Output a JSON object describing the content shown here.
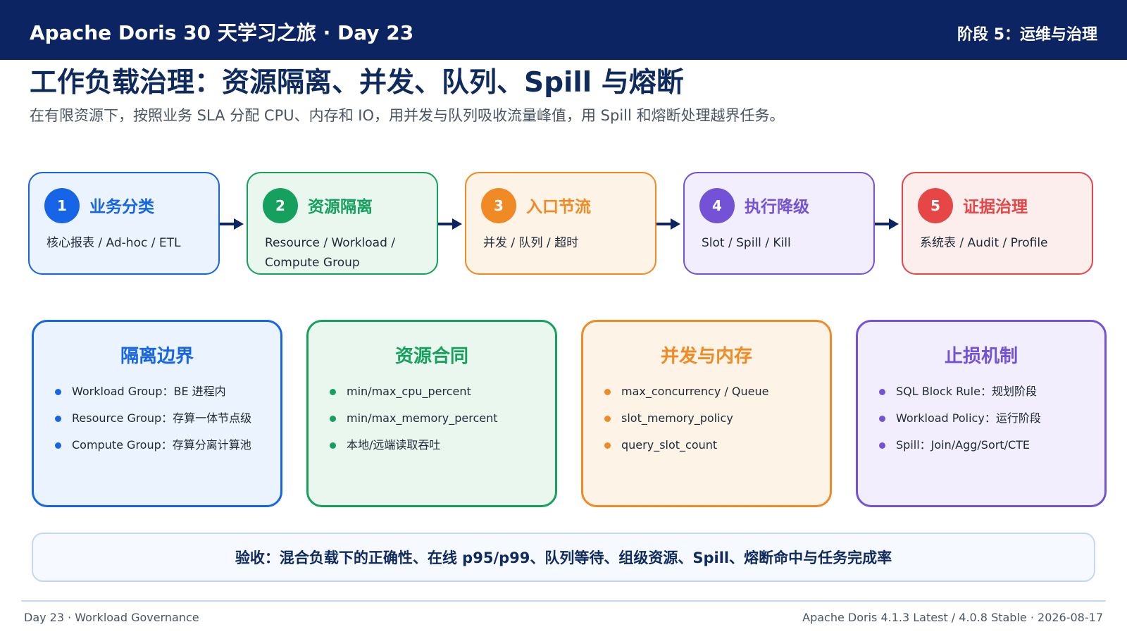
{
  "header": {
    "brand": "Apache Doris 30 天学习之旅 · Day 23",
    "stage": "阶段 5：运维与治理"
  },
  "title": "工作负载治理：资源隔离、并发、队列、Spill 与熔断",
  "subtitle": "在有限资源下，按照业务 SLA 分配 CPU、内存和 IO，用并发与队列吸收流量峰值，用 Spill 和熔断处理越界任务。",
  "steps": [
    {
      "num": "1",
      "title": "业务分类",
      "desc": "核心报表 / Ad-hoc / ETL",
      "color": "#1565e6",
      "bg": "#eaf3fe"
    },
    {
      "num": "2",
      "title": "资源隔离",
      "desc": "Resource / Workload / Compute Group",
      "color": "#16a05d",
      "bg": "#e9f7ef"
    },
    {
      "num": "3",
      "title": "入口节流",
      "desc": "并发 / 队列 / 超时",
      "color": "#f08a24",
      "bg": "#fef3e7"
    },
    {
      "num": "4",
      "title": "执行降级",
      "desc": "Slot / Spill / Kill",
      "color": "#7452d6",
      "bg": "#f2eefd"
    },
    {
      "num": "5",
      "title": "证据治理",
      "desc": "系统表 / Audit / Profile",
      "color": "#e64646",
      "bg": "#fdeeee"
    }
  ],
  "cards": [
    {
      "title": "隔离边界",
      "color": "#1565e6",
      "bg": "#eaf3fe",
      "items": [
        "Workload Group：BE 进程内",
        "Resource Group：存算一体节点级",
        "Compute Group：存算分离计算池"
      ]
    },
    {
      "title": "资源合同",
      "color": "#16a05d",
      "bg": "#e9f7ef",
      "items": [
        "min/max_cpu_percent",
        "min/max_memory_percent",
        "本地/远端读取吞吐"
      ]
    },
    {
      "title": "并发与内存",
      "color": "#f08a24",
      "bg": "#fef3e7",
      "items": [
        "max_concurrency / Queue",
        "slot_memory_policy",
        "query_slot_count"
      ]
    },
    {
      "title": "止损机制",
      "color": "#7452d6",
      "bg": "#f2eefd",
      "items": [
        "SQL Block Rule：规划阶段",
        "Workload Policy：运行阶段",
        "Spill：Join/Agg/Sort/CTE"
      ]
    }
  ],
  "acceptance": "验收：混合负载下的正确性、在线 p95/p99、队列等待、组级资源、Spill、熔断命中与任务完成率",
  "footer": {
    "left": "Day 23 · Workload Governance",
    "right": "Apache Doris 4.1.3 Latest / 4.0.8 Stable · 2026-08-17"
  },
  "colors": {
    "header_bg": "#0c2461",
    "title": "#0f2a5c",
    "arrow": "#0c2461"
  },
  "icons": {
    "flow_arrow": "right-arrow-icon",
    "bullet": "bullet-dot-icon"
  }
}
